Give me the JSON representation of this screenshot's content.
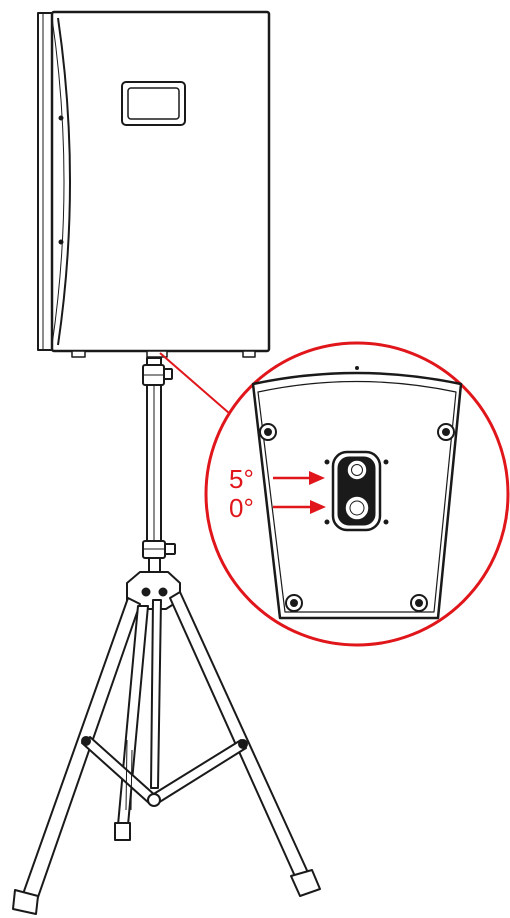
{
  "diagram": {
    "callout": {
      "labels": [
        {
          "id": "tilt-5",
          "text": "5°"
        },
        {
          "id": "tilt-0",
          "text": "0°"
        }
      ]
    }
  },
  "colors": {
    "line": "#1a1a1a",
    "accent": "#e0161b",
    "fill": "#ffffff"
  }
}
